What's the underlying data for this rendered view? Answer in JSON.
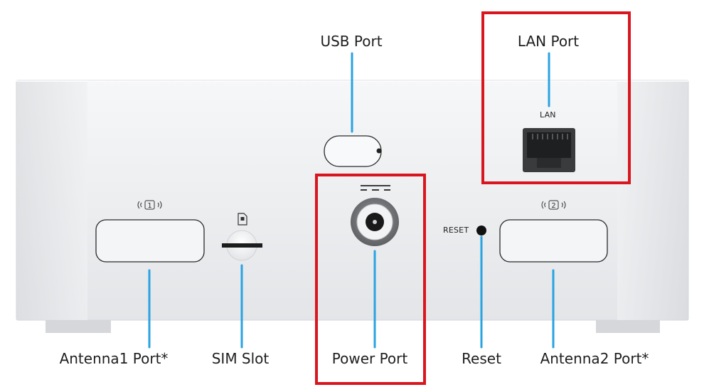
{
  "labels": {
    "usb_port": "USB Port",
    "lan_port": "LAN Port",
    "antenna1_port": "Antenna1 Port*",
    "sim_slot": "SIM Slot",
    "power_port": "Power Port",
    "reset": "Reset",
    "antenna2_port": "Antenna2 Port*"
  },
  "device_text": {
    "lan": "LAN",
    "reset": "RESET"
  },
  "colors": {
    "highlight": "#d9161f",
    "callout_line": "#29a3e1",
    "body": "#eeeff1"
  },
  "icons": {
    "antenna1": "antenna-1-icon",
    "antenna2": "antenna-2-icon",
    "sim": "sim-card-icon",
    "dc_power": "dc-power-symbol-icon"
  }
}
